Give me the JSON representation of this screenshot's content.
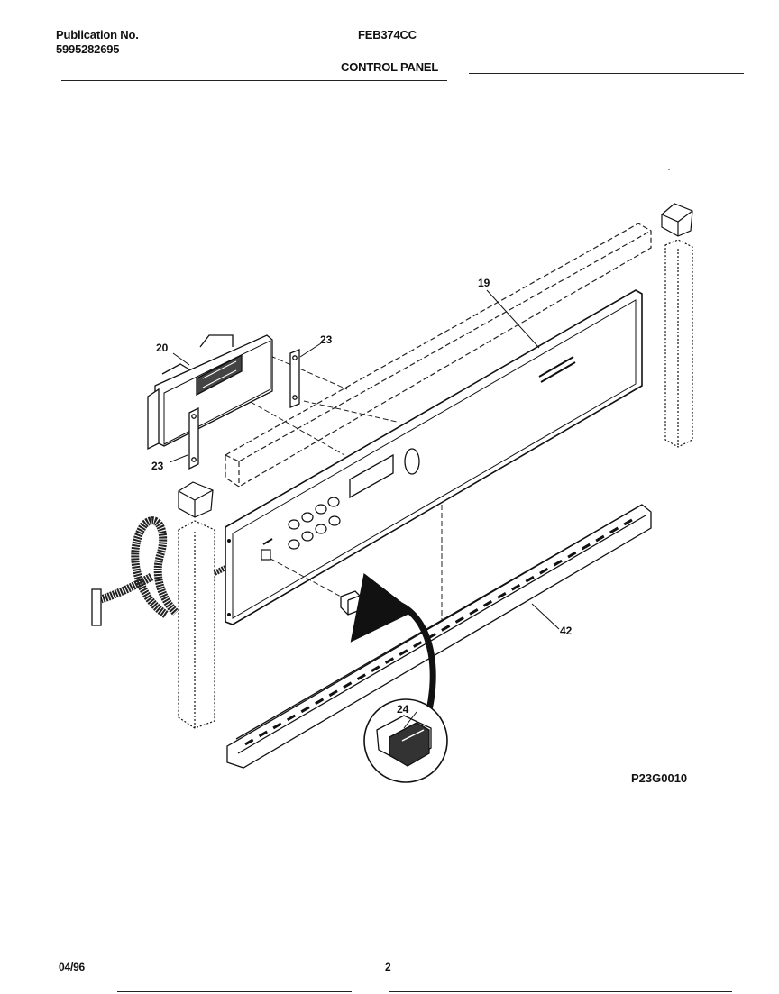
{
  "header": {
    "publication_label": "Publication No.",
    "publication_number": "5995282695",
    "model": "FEB374CC",
    "section_title": "CONTROL PANEL"
  },
  "callouts": {
    "c19": "19",
    "c20": "20",
    "c23a": "23",
    "c23b": "23",
    "c24": "24",
    "c42": "42"
  },
  "figure_id": "P23G0010",
  "footer": {
    "date": "04/96",
    "page": "2"
  }
}
